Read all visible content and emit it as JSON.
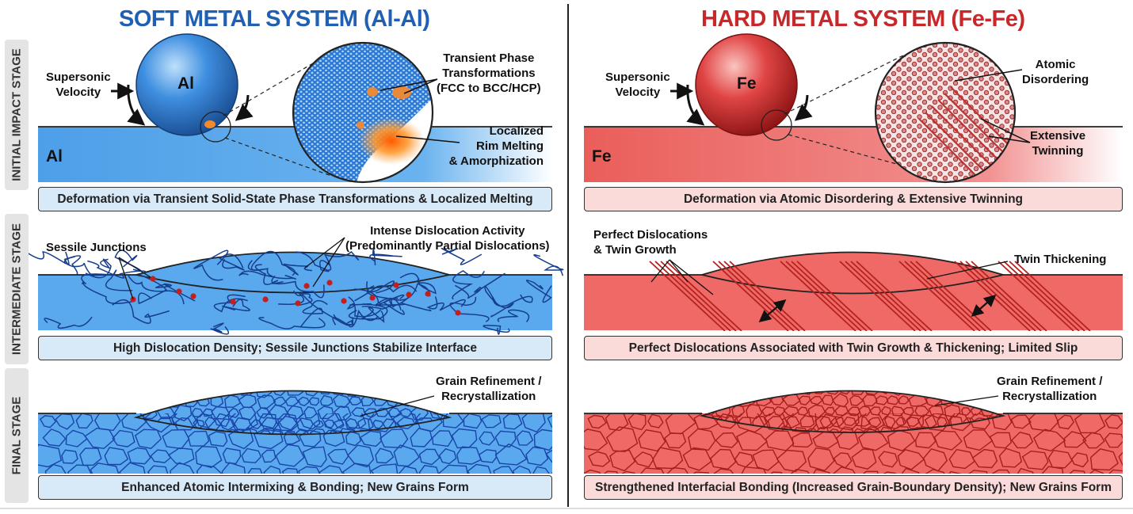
{
  "titles": {
    "soft": "SOFT METAL SYSTEM (Al-Al)",
    "hard": "HARD METAL SYSTEM (Fe-Fe)"
  },
  "stages": [
    "INITIAL IMPACT STAGE",
    "INTERMEDIATE STAGE",
    "FINAL STAGE"
  ],
  "soft": {
    "substrate": "Al",
    "particle": "Al",
    "velocity": "Supersonic\nVelocity",
    "phase_label": "Transient Phase\nTransformations\n(FCC to BCC/HCP)",
    "melt_label": "Localized\nRim Melting\n& Amorphization",
    "sessile_label": "Sessile Junctions",
    "dislocation_label": "Intense Dislocation Activity\n(Predominantly Partial Dislocations)",
    "grain_label": "Grain Refinement /\nRecrystallization",
    "captions": [
      "Deformation via Transient Solid-State Phase Transformations & Localized Melting",
      "High Dislocation Density; Sessile Junctions Stabilize Interface",
      "Enhanced Atomic Intermixing & Bonding; New Grains Form"
    ]
  },
  "hard": {
    "substrate": "Fe",
    "particle": "Fe",
    "velocity": "Supersonic\nVelocity",
    "disorder_label": "Atomic\nDisordering",
    "twinning_label": "Extensive\nTwinning",
    "perfect_label": "Perfect Dislocations\n& Twin Growth",
    "thickening_label": "Twin Thickening",
    "grain_label": "Grain Refinement /\nRecrystallization",
    "captions": [
      "Deformation via Atomic Disordering & Extensive Twinning",
      "Perfect Dislocations Associated with Twin Growth & Thickening; Limited Slip",
      "Strengthened Interfacial Bonding (Increased Grain-Boundary Density); New Grains Form"
    ]
  },
  "colors": {
    "soft_accent": "#1f5fb4",
    "hard_accent": "#c8282a",
    "soft_fill": "#5aa9ee",
    "hard_fill": "#ef6a66",
    "soft_caption": "#d8e9f8",
    "hard_caption": "#fbdada"
  }
}
